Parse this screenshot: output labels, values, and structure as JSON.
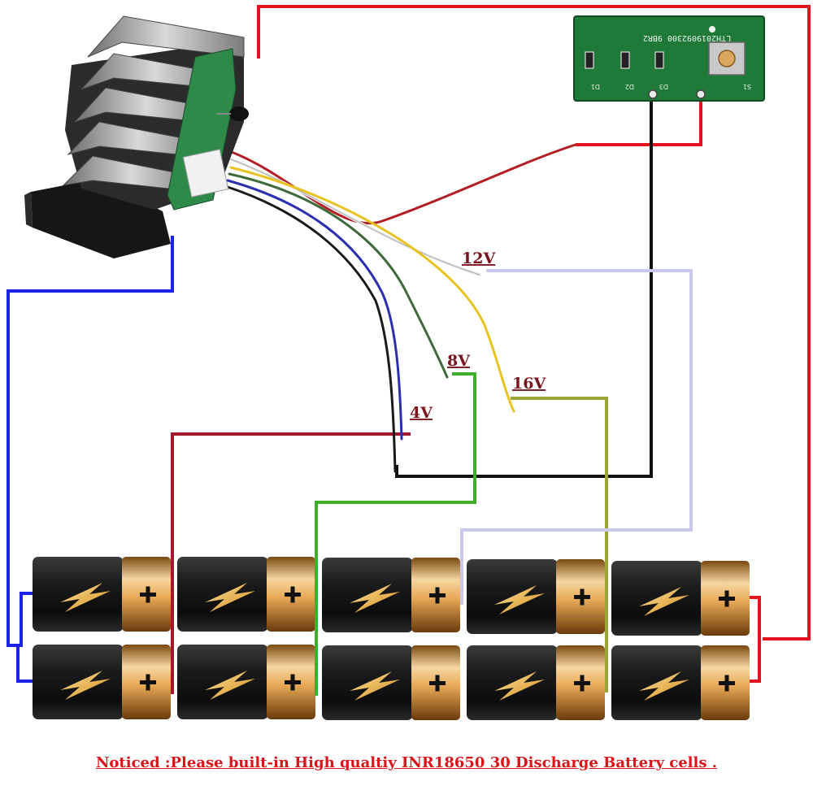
{
  "board": {
    "label": "LTH2019092300 9BR2",
    "leds": [
      "D1",
      "D2",
      "D3"
    ],
    "switch": "S1"
  },
  "taps": {
    "v12": "12V",
    "v8": "8V",
    "v16": "16V",
    "v4": "4V"
  },
  "notice": "Noticed :Please built-in High qualtiy INR18650 30 Discharge Battery cells .",
  "colors": {
    "red": "#e4141e",
    "blue": "#1a22e6",
    "black": "#111111",
    "darkred": "#a3172c",
    "green": "#3fae2a",
    "olive": "#9da236",
    "lavender": "#c9c9ec",
    "pcb": "#1f7a3a"
  }
}
